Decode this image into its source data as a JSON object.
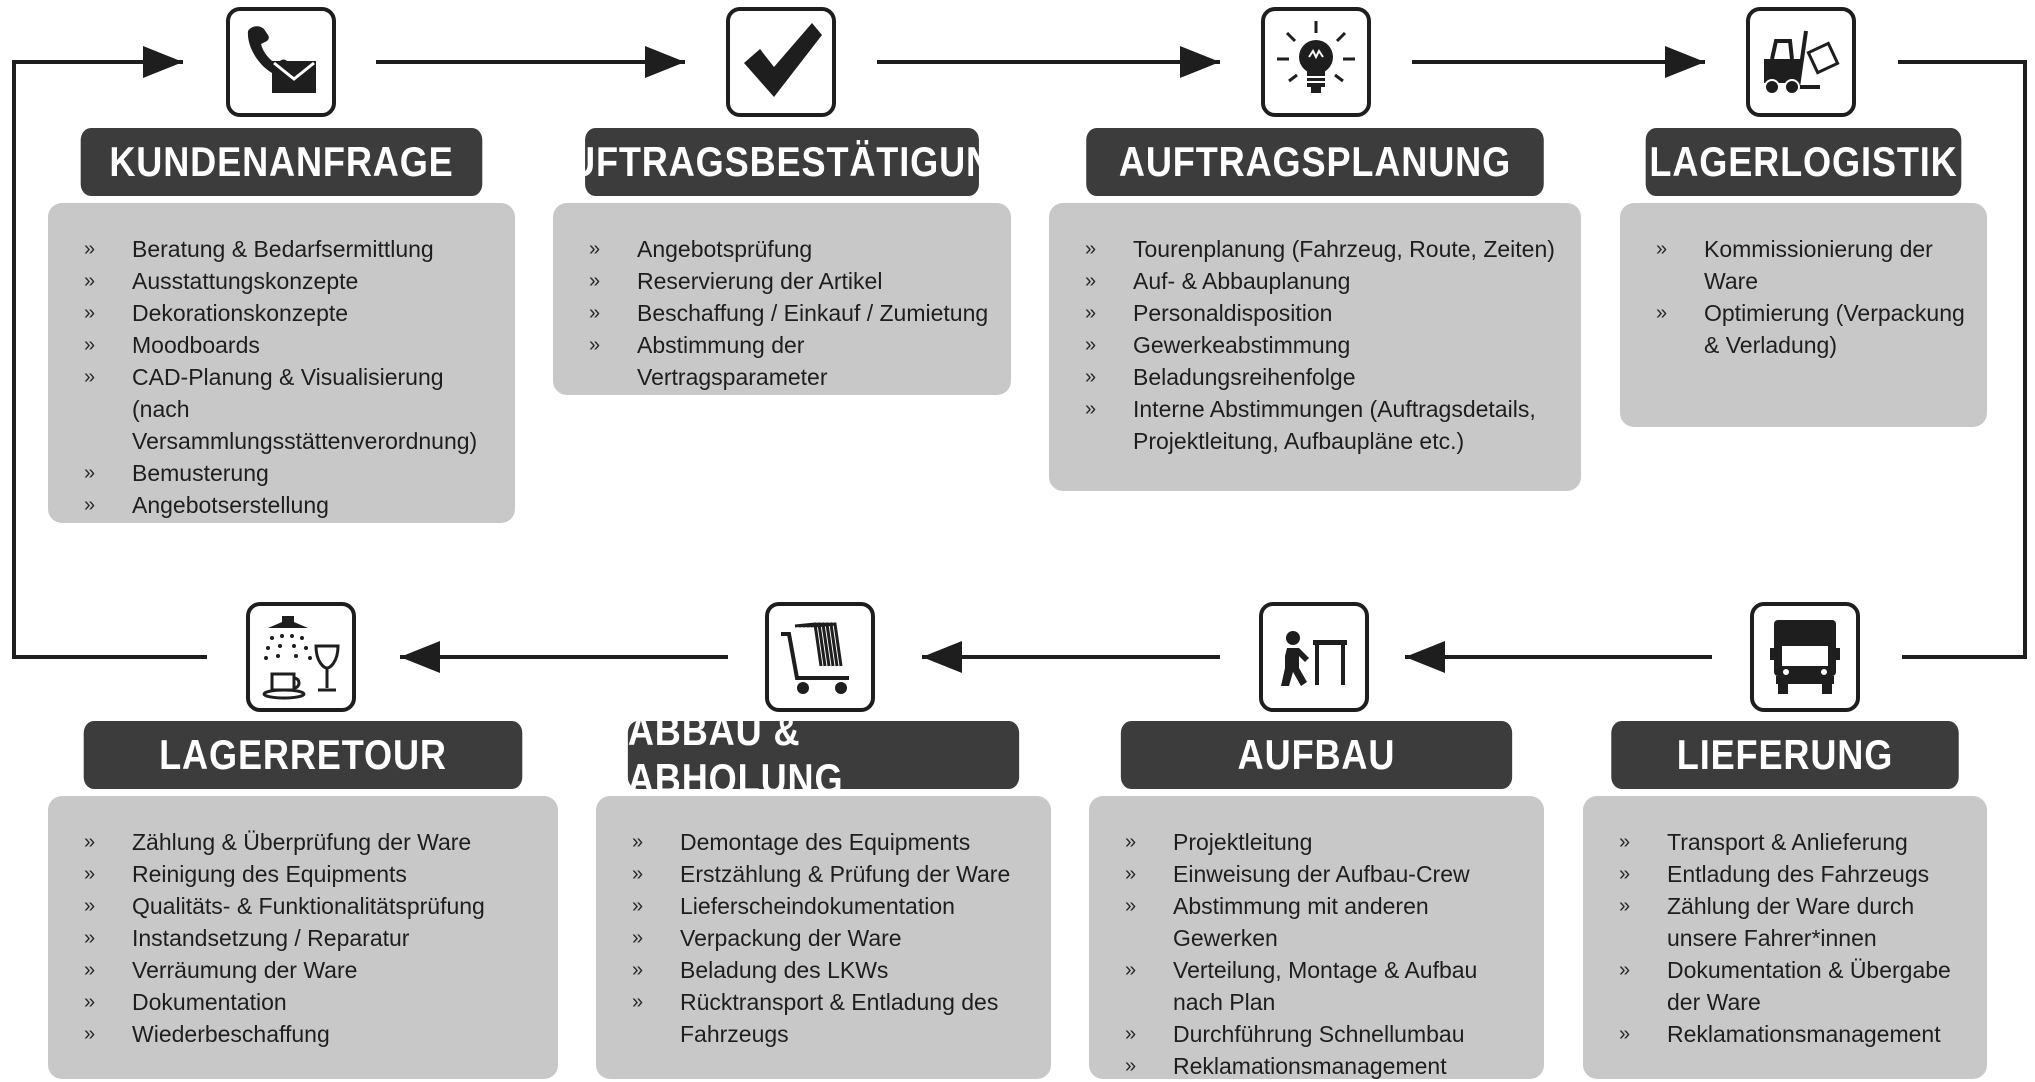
{
  "steps": [
    {
      "title": "KUNDENANFRAGE",
      "items": [
        "Beratung & Bedarfsermittlung",
        "Ausstattungskonzepte",
        "Dekorationskonzepte",
        "Moodboards",
        "CAD-Planung & Visualisierung (nach Versammlungsstättenverordnung)",
        "Bemusterung",
        "Angebotserstellung"
      ]
    },
    {
      "title": "AUFTRAGSBESTÄTIGUNG",
      "items": [
        "Angebotsprüfung",
        "Reservierung der Artikel",
        "Beschaffung / Einkauf / Zumietung",
        "Abstimmung der Vertragsparameter"
      ]
    },
    {
      "title": "AUFTRAGSPLANUNG",
      "items": [
        "Tourenplanung (Fahrzeug, Route, Zeiten)",
        "Auf- & Abbauplanung",
        "Personaldisposition",
        "Gewerkeabstimmung",
        "Beladungsreihenfolge",
        "Interne Abstimmungen (Auftragsdetails, Projektleitung, Aufbaupläne etc.)"
      ]
    },
    {
      "title": "LAGERLOGISTIK",
      "items": [
        "Kommissionierung der Ware",
        "Optimierung (Verpackung & Verladung)"
      ]
    },
    {
      "title": "LIEFERUNG",
      "items": [
        "Transport & Anlieferung",
        "Entladung des Fahrzeugs",
        "Zählung der Ware durch unsere Fahrer*innen",
        "Dokumentation & Übergabe der Ware",
        "Reklamationsmanagement"
      ]
    },
    {
      "title": "AUFBAU",
      "items": [
        "Projektleitung",
        "Einweisung der Aufbau-Crew",
        "Abstimmung mit anderen Gewerken",
        "Verteilung, Montage & Aufbau nach Plan",
        "Durchführung Schnellumbau",
        "Reklamationsmanagement"
      ]
    },
    {
      "title": "ABBAU & ABHOLUNG",
      "items": [
        "Demontage des Equipments",
        "Erstzählung & Prüfung der Ware",
        "Lieferscheindokumentation",
        "Verpackung der Ware",
        "Beladung des LKWs",
        "Rücktransport & Entladung des Fahrzeugs"
      ]
    },
    {
      "title": "LAGERRETOUR",
      "items": [
        "Zählung & Überprüfung der Ware",
        "Reinigung des Equipments",
        "Qualitäts- & Funktionalitätsprüfung",
        "Instandsetzung / Reparatur",
        "Verräumung der Ware",
        "Dokumentation",
        "Wiederbeschaffung"
      ]
    }
  ],
  "bullet": "»",
  "colors": {
    "header": "#3c3c3c",
    "card": "#c8c8c8",
    "line": "#1e1e1e",
    "text": "#1e1e1e"
  },
  "icons": [
    "phone-envelope-icon",
    "checkmark-icon",
    "lightbulb-icon",
    "forklift-icon",
    "truck-icon",
    "worker-table-icon",
    "stacked-chairs-cart-icon",
    "washing-dishes-icon"
  ]
}
